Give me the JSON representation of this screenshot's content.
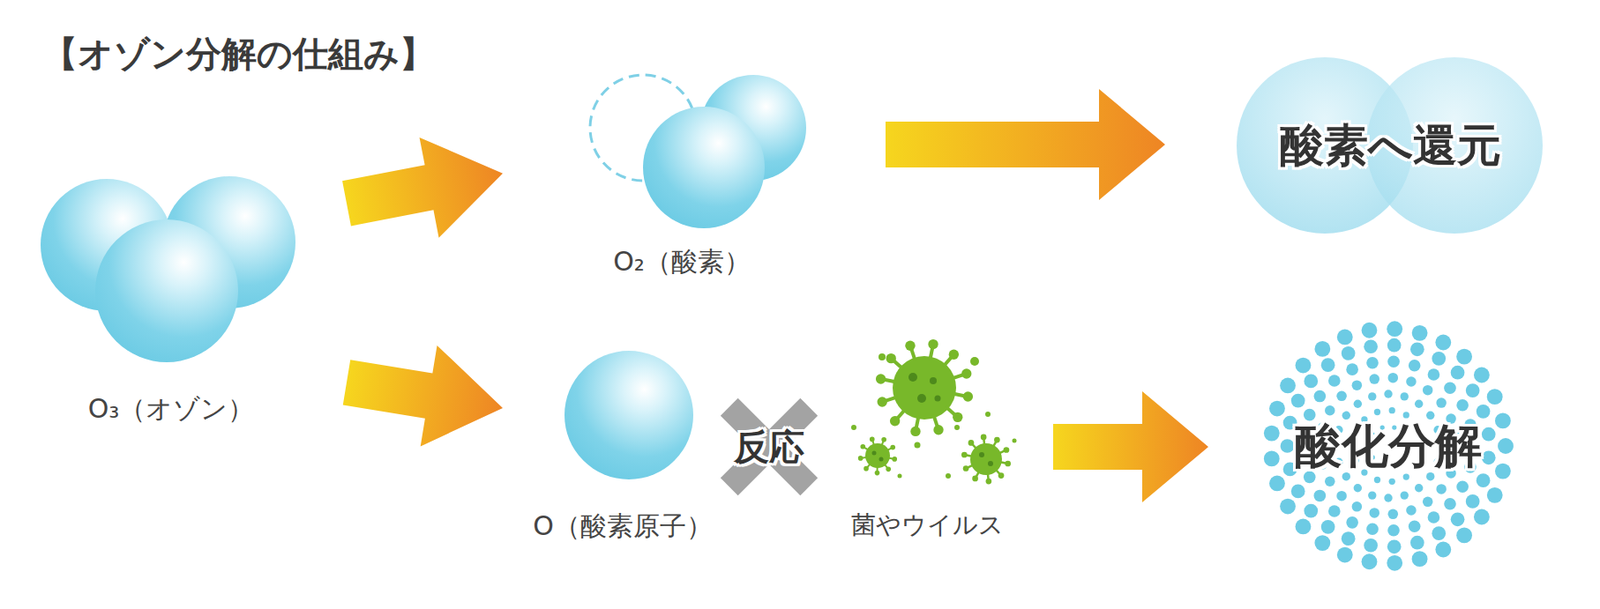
{
  "diagram": {
    "title": "【オゾン分解の仕組み】",
    "nodes": [
      {
        "text": [
          "O₃（オゾン）"
        ]
      },
      {
        "text": [
          "O₂（酸素）"
        ]
      },
      {
        "text": [
          "酸素へ還元"
        ]
      },
      {
        "text": [
          "O（酸素原子）"
        ]
      },
      {
        "text": [
          "反応"
        ]
      },
      {
        "text": [
          "菌やウイルス"
        ]
      },
      {
        "text": [
          "酸化分解"
        ]
      }
    ],
    "edges": [
      {
        "from": 0,
        "to": 1,
        "arrow": "to"
      },
      {
        "from": 0,
        "to": 3,
        "arrow": "to"
      },
      {
        "from": 1,
        "to": 2,
        "arrow": "to"
      },
      {
        "from": 5,
        "to": 6,
        "arrow": "to"
      }
    ]
  }
}
